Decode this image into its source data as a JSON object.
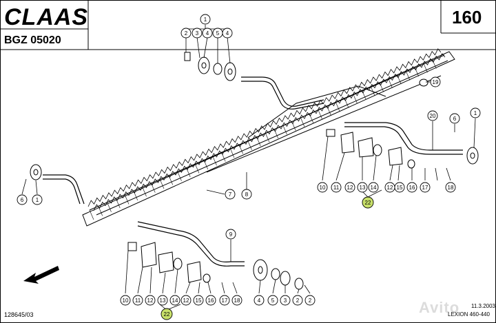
{
  "header": {
    "brand": "CLAAS",
    "diagram_code": "BGZ 05020",
    "page_number": "160"
  },
  "footer": {
    "left_code": "128645/03",
    "right_date": "11.3.2003",
    "right_model": "LEXION 460-440"
  },
  "watermark": "Avito",
  "callouts": {
    "c1": "1",
    "c2": "2",
    "c3": "3",
    "c4": "4",
    "c5": "5",
    "c6": "6",
    "c7": "7",
    "c8": "8",
    "c9": "9",
    "c10": "10",
    "c11": "11",
    "c12": "12",
    "c13": "13",
    "c14": "14",
    "c15": "15",
    "c16": "16",
    "c17": "17",
    "c18": "18",
    "c19": "19",
    "c20": "20",
    "c22": "22"
  },
  "highlight_color": "#c8e06a"
}
